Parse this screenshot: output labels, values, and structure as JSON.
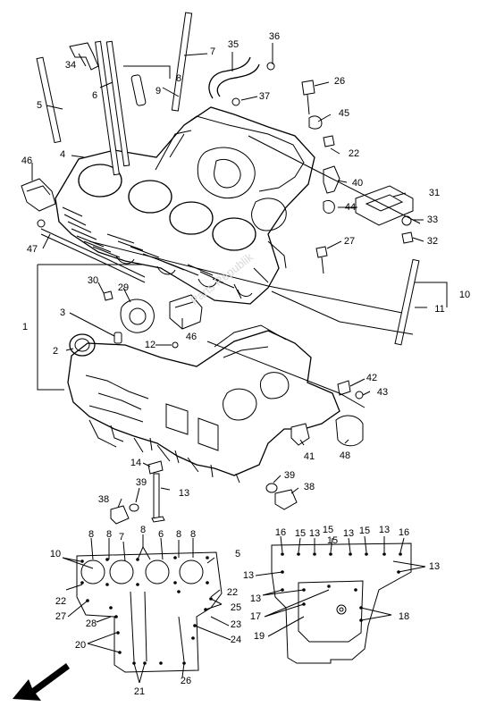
{
  "diagram": {
    "watermark": "Parts Republik",
    "callouts": [
      {
        "id": "c36",
        "text": "36"
      },
      {
        "id": "c35",
        "text": "35"
      },
      {
        "id": "c7",
        "text": "7"
      },
      {
        "id": "c34",
        "text": "34"
      },
      {
        "id": "c26",
        "text": "26"
      },
      {
        "id": "c8a",
        "text": "8"
      },
      {
        "id": "c9",
        "text": "9"
      },
      {
        "id": "c37",
        "text": "37"
      },
      {
        "id": "c6a",
        "text": "6"
      },
      {
        "id": "c5a",
        "text": "5"
      },
      {
        "id": "c45",
        "text": "45"
      },
      {
        "id": "c4",
        "text": "4"
      },
      {
        "id": "c22a",
        "text": "22"
      },
      {
        "id": "c46a",
        "text": "46"
      },
      {
        "id": "c40",
        "text": "40"
      },
      {
        "id": "c31",
        "text": "31"
      },
      {
        "id": "c44",
        "text": "44"
      },
      {
        "id": "c33",
        "text": "33"
      },
      {
        "id": "c47",
        "text": "47"
      },
      {
        "id": "c27a",
        "text": "27"
      },
      {
        "id": "c32",
        "text": "32"
      },
      {
        "id": "c30",
        "text": "30"
      },
      {
        "id": "c29",
        "text": "29"
      },
      {
        "id": "c10a",
        "text": "10"
      },
      {
        "id": "c1",
        "text": "1"
      },
      {
        "id": "c3",
        "text": "3"
      },
      {
        "id": "c11",
        "text": "11"
      },
      {
        "id": "c46b",
        "text": "46"
      },
      {
        "id": "c12",
        "text": "12"
      },
      {
        "id": "c2",
        "text": "2"
      },
      {
        "id": "c42",
        "text": "42"
      },
      {
        "id": "c43",
        "text": "43"
      },
      {
        "id": "c41",
        "text": "41"
      },
      {
        "id": "c48",
        "text": "48"
      },
      {
        "id": "c14",
        "text": "14"
      },
      {
        "id": "c39a",
        "text": "39"
      },
      {
        "id": "c39b",
        "text": "39"
      },
      {
        "id": "c38a",
        "text": "38"
      },
      {
        "id": "c13a",
        "text": "13"
      },
      {
        "id": "c38b",
        "text": "38"
      },
      {
        "id": "c8b",
        "text": "8"
      },
      {
        "id": "c8c",
        "text": "8"
      },
      {
        "id": "c7b",
        "text": "7"
      },
      {
        "id": "c8d",
        "text": "8"
      },
      {
        "id": "c6b",
        "text": "6"
      },
      {
        "id": "c8e",
        "text": "8"
      },
      {
        "id": "c8f",
        "text": "8"
      },
      {
        "id": "c5b",
        "text": "5"
      },
      {
        "id": "c10b",
        "text": "10"
      },
      {
        "id": "c22b",
        "text": "22"
      },
      {
        "id": "c22c",
        "text": "22"
      },
      {
        "id": "c25",
        "text": "25"
      },
      {
        "id": "c27b",
        "text": "27"
      },
      {
        "id": "c23",
        "text": "23"
      },
      {
        "id": "c28",
        "text": "28"
      },
      {
        "id": "c24",
        "text": "24"
      },
      {
        "id": "c20",
        "text": "20"
      },
      {
        "id": "c21",
        "text": "21"
      },
      {
        "id": "c26b",
        "text": "26"
      },
      {
        "id": "c16a",
        "text": "16"
      },
      {
        "id": "c15a",
        "text": "15"
      },
      {
        "id": "c13b",
        "text": "13"
      },
      {
        "id": "c15b",
        "text": "15"
      },
      {
        "id": "c15c",
        "text": "15"
      },
      {
        "id": "c13c",
        "text": "13"
      },
      {
        "id": "c15d",
        "text": "15"
      },
      {
        "id": "c13d",
        "text": "13"
      },
      {
        "id": "c16b",
        "text": "16"
      },
      {
        "id": "c13e",
        "text": "13"
      },
      {
        "id": "c13f",
        "text": "13"
      },
      {
        "id": "c13g",
        "text": "13"
      },
      {
        "id": "c17",
        "text": "17"
      },
      {
        "id": "c18",
        "text": "18"
      },
      {
        "id": "c19",
        "text": "19"
      }
    ]
  }
}
